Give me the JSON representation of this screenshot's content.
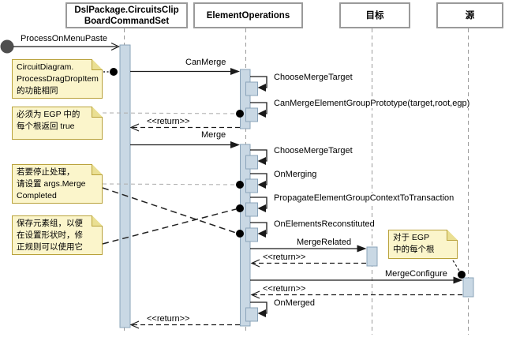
{
  "diagram_type": "uml-sequence",
  "lifelines": [
    {
      "id": "commandset",
      "label_lines": [
        "DslPackage.CircuitsClip",
        "BoardCommandSet"
      ]
    },
    {
      "id": "element-operations",
      "label_lines": [
        "ElementOperations"
      ]
    },
    {
      "id": "target",
      "label_lines": [
        "目标"
      ]
    },
    {
      "id": "source",
      "label_lines": [
        "源"
      ]
    }
  ],
  "messages": [
    {
      "id": "process-on-menu-paste",
      "label": "ProcessOnMenuPaste",
      "kind": "found-call",
      "from": "found",
      "to": "commandset"
    },
    {
      "id": "can-merge",
      "label": "CanMerge",
      "kind": "call",
      "from": "commandset",
      "to": "element-operations"
    },
    {
      "id": "choose-merge-target-1",
      "label": "ChooseMergeTarget",
      "kind": "self",
      "on": "element-operations"
    },
    {
      "id": "can-merge-element-group-prototype",
      "label": "CanMergeElementGroupPrototype(target,root,egp)",
      "kind": "self",
      "on": "element-operations"
    },
    {
      "id": "return-1",
      "label": "<<return>>",
      "kind": "return",
      "from": "element-operations",
      "to": "commandset"
    },
    {
      "id": "merge",
      "label": "Merge",
      "kind": "call",
      "from": "commandset",
      "to": "element-operations"
    },
    {
      "id": "choose-merge-target-2",
      "label": "ChooseMergeTarget",
      "kind": "self",
      "on": "element-operations"
    },
    {
      "id": "on-merging",
      "label": "OnMerging",
      "kind": "self",
      "on": "element-operations"
    },
    {
      "id": "propagate-element-group-context",
      "label": "PropagateElementGroupContextToTransaction",
      "kind": "self",
      "on": "element-operations"
    },
    {
      "id": "on-elements-reconstituted",
      "label": "OnElementsReconstituted",
      "kind": "self",
      "on": "element-operations"
    },
    {
      "id": "merge-related",
      "label": "MergeRelated",
      "kind": "call",
      "from": "element-operations",
      "to": "target"
    },
    {
      "id": "return-2",
      "label": "<<return>>",
      "kind": "return",
      "from": "target",
      "to": "element-operations"
    },
    {
      "id": "merge-configure",
      "label": "MergeConfigure",
      "kind": "call",
      "from": "element-operations",
      "to": "source"
    },
    {
      "id": "return-3",
      "label": "<<return>>",
      "kind": "return",
      "from": "source",
      "to": "element-operations"
    },
    {
      "id": "on-merged",
      "label": "OnMerged",
      "kind": "self",
      "on": "element-operations"
    },
    {
      "id": "return-4",
      "label": "<<return>>",
      "kind": "return",
      "from": "element-operations",
      "to": "commandset"
    }
  ],
  "notes": [
    {
      "id": "note-process-drag-drop",
      "lines": [
        "CircuitDiagram.",
        "ProcessDragDropItem",
        "的功能相同"
      ],
      "attached_to": "can-merge"
    },
    {
      "id": "note-must-return-true",
      "lines": [
        "必须为 EGP 中的",
        "每个根返回 true"
      ],
      "attached_to": "can-merge-element-group-prototype"
    },
    {
      "id": "note-stop-processing",
      "lines": [
        "若要停止处理，",
        "请设置 args.Merge",
        "Completed"
      ],
      "attached_to": "on-merging, on-elements-reconstituted"
    },
    {
      "id": "note-save-element-group",
      "lines": [
        "保存元素组，以便",
        "在设置形状时，修",
        "正规则可以使用它"
      ],
      "attached_to": "propagate-element-group-context"
    },
    {
      "id": "note-for-each-root",
      "lines": [
        "对于 EGP",
        "中的每个根"
      ],
      "attached_to": "merge-configure"
    }
  ],
  "colors": {
    "activation_fill": "#c9d8e4",
    "activation_border": "#8ba4ba",
    "note_fill": "#fbf5cb",
    "note_border": "#b9a23b",
    "lifeline_gray": "#9a9a9a",
    "header_border": "#9a9a9a",
    "found_message_circle": "#4f4f4f",
    "anchor_dot": "#000000"
  }
}
